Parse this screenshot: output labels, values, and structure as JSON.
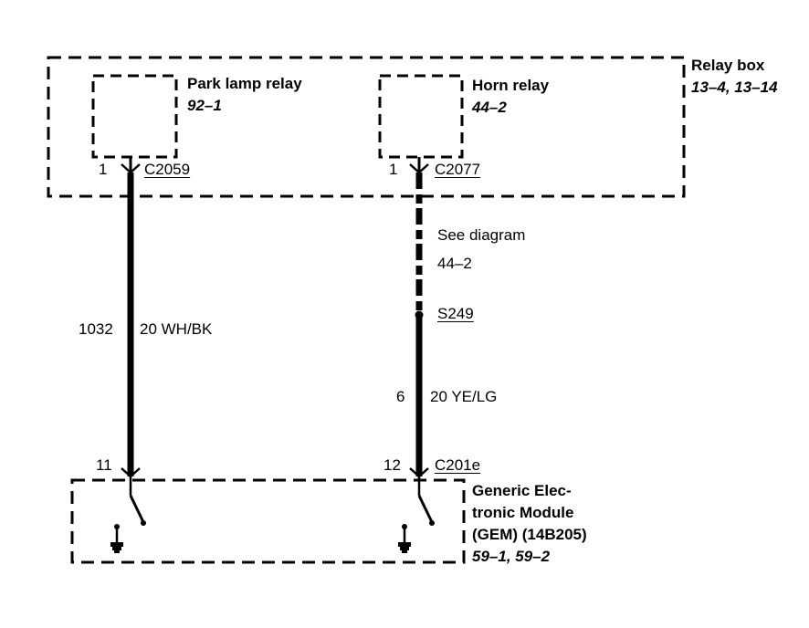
{
  "relay_box": {
    "title": "Relay box",
    "refs": "13–4, 13–14"
  },
  "park_relay": {
    "name": "Park lamp relay",
    "ref": "92–1",
    "pin": "1",
    "connector": "C2059"
  },
  "horn_relay": {
    "name": "Horn relay",
    "ref": "44–2",
    "pin": "1",
    "connector": "C2077"
  },
  "wire_left": {
    "circuit": "1032",
    "spec": "20 WH/BK"
  },
  "wire_right": {
    "note_line1": "See diagram",
    "note_line2": "44–2",
    "splice": "S249",
    "circuit": "6",
    "spec": "20 YE/LG"
  },
  "gem": {
    "pin_left": "11",
    "pin_right": "12",
    "connector": "C201e",
    "name_line1": "Generic Elec-",
    "name_line2": "tronic Module",
    "name_line3": "(GEM) (14B205)",
    "refs": "59–1, 59–2"
  }
}
